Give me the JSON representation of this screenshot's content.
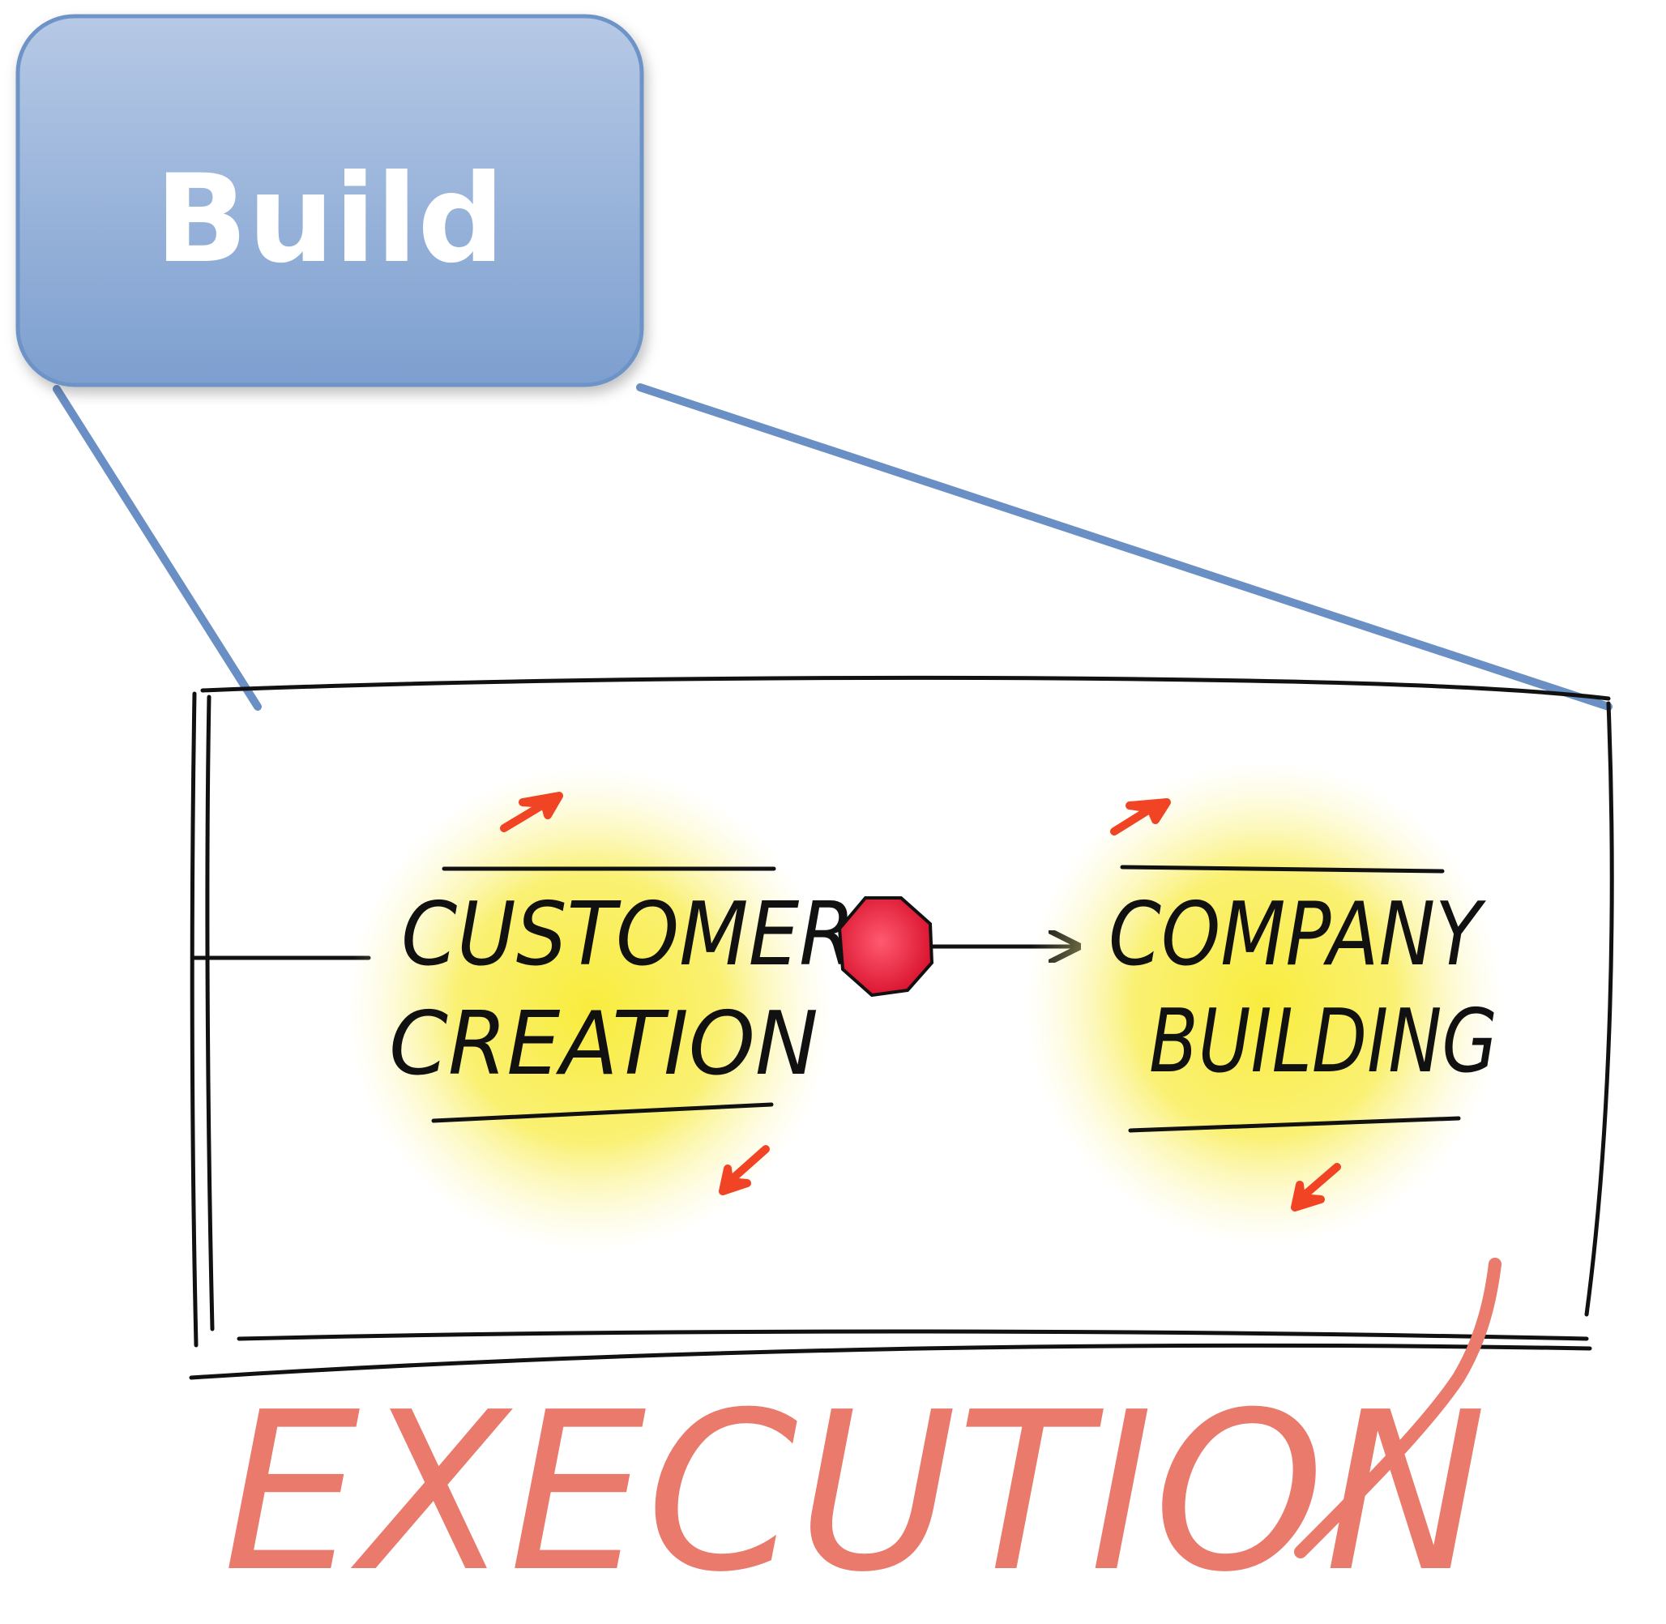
{
  "build_box": {
    "label": "Build",
    "fill_top": "#b6c9e6",
    "fill_bottom": "#7d9fcf",
    "stroke": "#6e93c7"
  },
  "stages": [
    {
      "line1": "CUSTOMER",
      "line2": "CREATION"
    },
    {
      "line1": "COMPANY",
      "line2": "BUILDING"
    }
  ],
  "footer": {
    "label": "EXECUTION",
    "color": "#e97a6c"
  },
  "colors": {
    "connector": "#6a8fc4",
    "highlight": "#f7e837",
    "stop_dot": "#e8203c",
    "small_arrows": "#f04424",
    "ink": "#111111"
  }
}
